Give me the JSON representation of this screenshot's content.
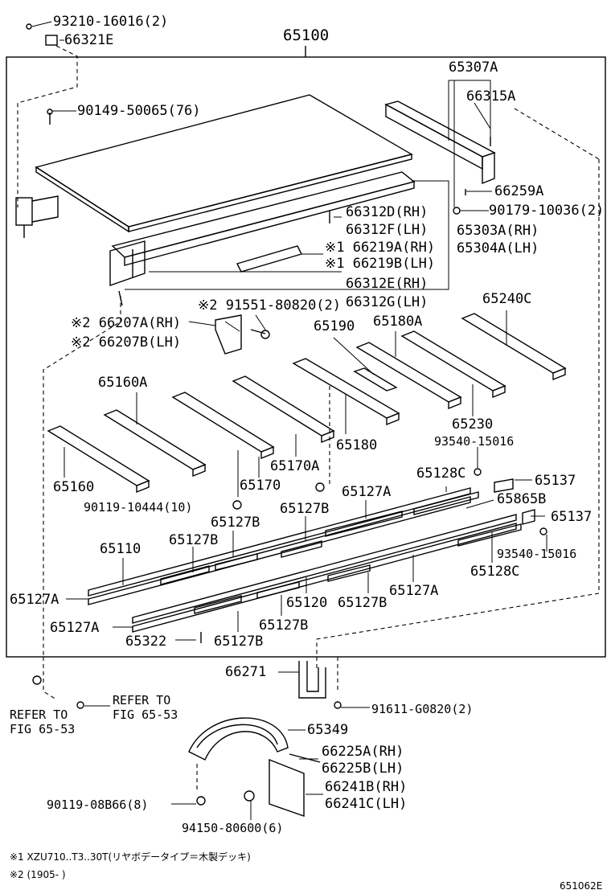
{
  "labels": {
    "p93210": "93210-16016(2)",
    "p66321e": "66321E",
    "p65100": "65100",
    "p65307a": "65307A",
    "p66315a": "66315A",
    "p90149": "90149-50065(76)",
    "p66259a": "66259A",
    "p90179": "90179-10036(2)",
    "p66312d": "66312D(RH)",
    "p66312f": "66312F(LH)",
    "p65303a": "65303A(RH)",
    "p65304a": "65304A(LH)",
    "p66219a": "※1 66219A(RH)",
    "p66219b": "※1 66219B(LH)",
    "p66312e": "66312E(RH)",
    "p66312g": "66312G(LH)",
    "p91551": "※2 91551-80820(2)",
    "p66207a": "※2 66207A(RH)",
    "p66207b": "※2 66207B(LH)",
    "p65240c": "65240C",
    "p65190": "65190",
    "p65180a": "65180A",
    "p65160a": "65160A",
    "p65230": "65230",
    "p93540a": "93540-15016",
    "p65180": "65180",
    "p65170a": "65170A",
    "p65160": "65160",
    "p65170": "65170",
    "p65128c_top": "65128C",
    "p65137_top": "65137",
    "p65127a_top": "65127A",
    "p65865b": "65865B",
    "p90119a": "90119-10444(10)",
    "p65127b_1": "65127B",
    "p65127b_2": "65127B",
    "p65137_mid": "65137",
    "p65110": "65110",
    "p65127b_3": "65127B",
    "p93540b": "93540-15016",
    "p65128c_bot": "65128C",
    "p65127a_left": "65127A",
    "p65120": "65120",
    "p65127b_4": "65127B",
    "p65127a_right": "65127A",
    "p65127a_low": "65127A",
    "p65127b_5": "65127B",
    "p65322": "65322",
    "p65127b_6": "65127B",
    "p66271": "66271",
    "refer1a": "REFER TO",
    "refer1b": "FIG 65-53",
    "refer2a": "REFER TO",
    "refer2b": "FIG 65-53",
    "p91611": "91611-G0820(2)",
    "p65349": "65349",
    "p66225a": "66225A(RH)",
    "p66225b": "66225B(LH)",
    "p66241b": "66241B(RH)",
    "p66241c": "66241C(LH)",
    "p90119b": "90119-08B66(8)",
    "p94150": "94150-80600(6)"
  },
  "footnotes": {
    "note1": "※1 XZU710..T3..30T(リヤボデータイプ＝木製デッキ)",
    "note2": "※2 (1905-    )",
    "code": "651062E"
  }
}
